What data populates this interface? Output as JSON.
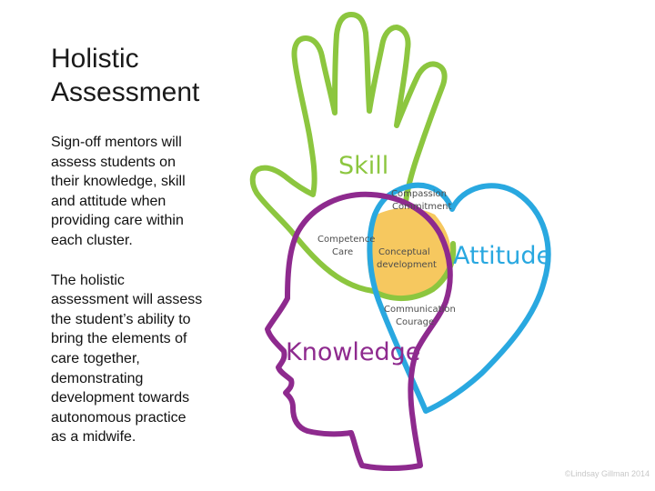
{
  "slide": {
    "title_lines": [
      "Holistic",
      "Assessment"
    ],
    "paragraphs": [
      [
        "Sign-off mentors will",
        "assess students on",
        "their knowledge, skill",
        "and attitude when",
        "providing care within",
        "each cluster."
      ],
      [
        "The holistic",
        "assessment will assess",
        "the student’s ability to",
        "bring the elements of",
        "care together,",
        "demonstrating",
        "development towards",
        "autonomous practice",
        "as a midwife."
      ]
    ]
  },
  "diagram": {
    "skill_label": "Skill",
    "attitude_label": "Attitude",
    "knowledge_label": "Knowledge",
    "compassion": "Compassion",
    "commitment": "Commitment",
    "competence": "Competence",
    "care": "Care",
    "conceptual": "Conceptual",
    "development": "development",
    "communication": "Communication",
    "courage": "Courage",
    "colors": {
      "skill": "#8cc63f",
      "attitude": "#29a8e0",
      "knowledge": "#8e2a8e",
      "overlap": "#f6c85f",
      "inner_text": "#4d4d4d"
    }
  },
  "copyright": "©Lindsay Gillman 2014"
}
